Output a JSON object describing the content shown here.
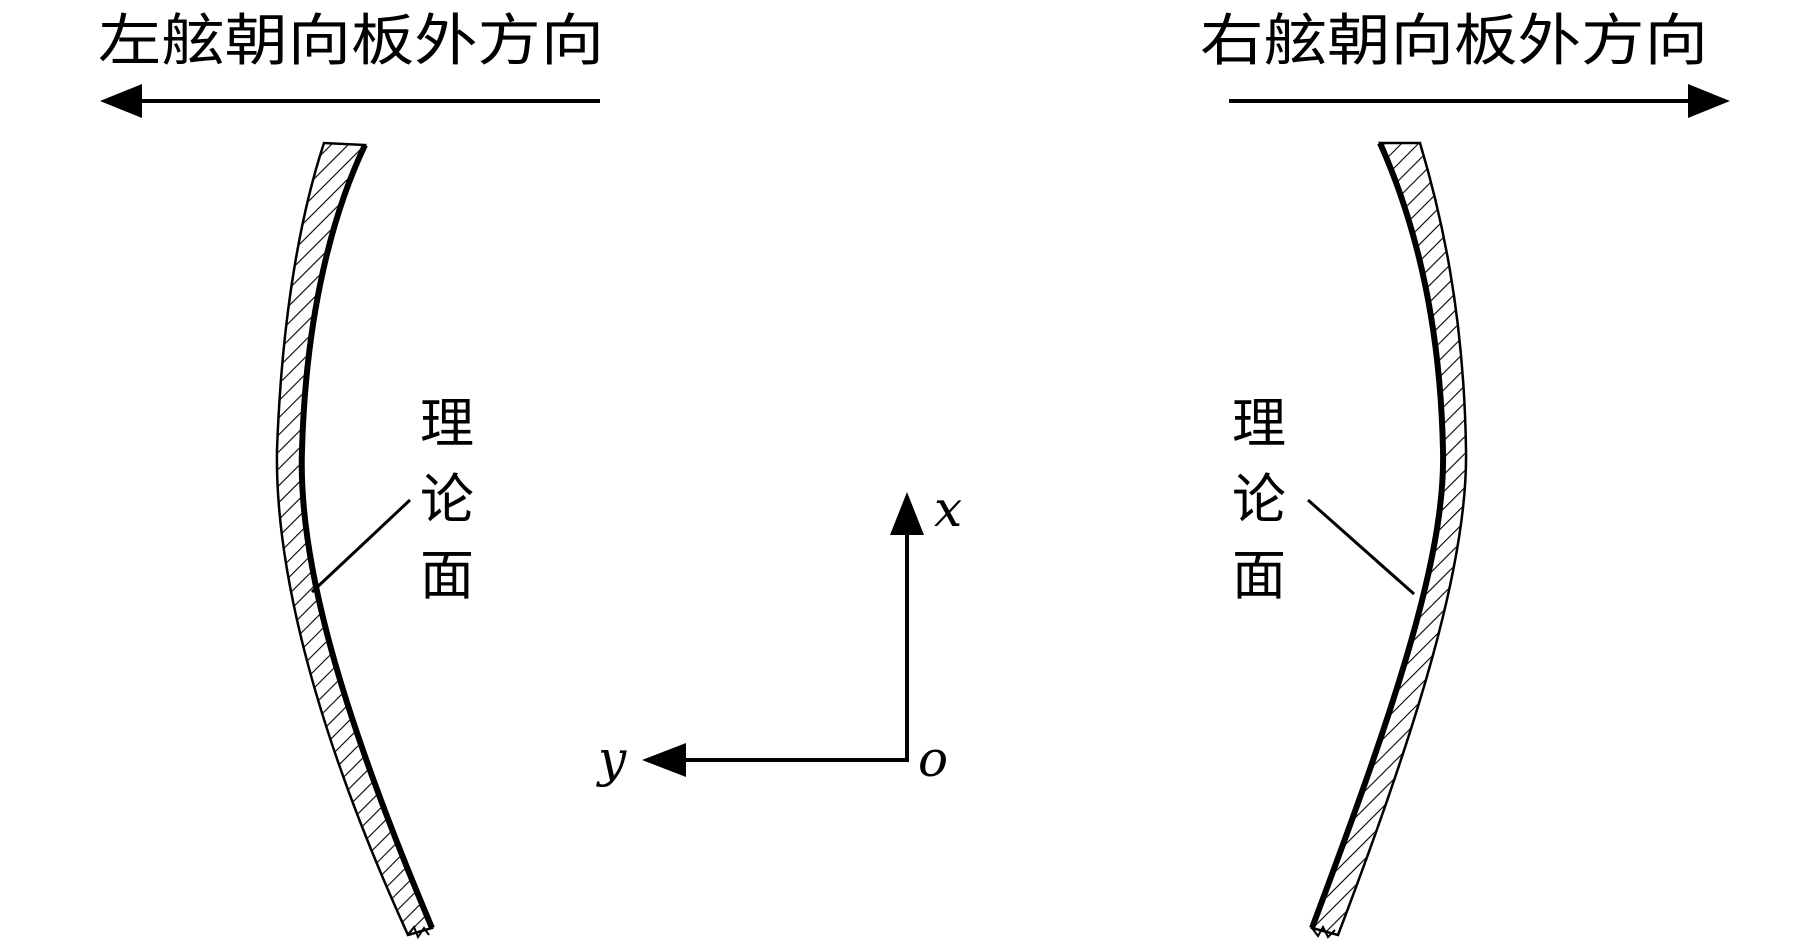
{
  "labels": {
    "left_direction": "左舷朝向板外方向",
    "right_direction": "右舷朝向板外方向",
    "theory_surface_left": [
      "理",
      "论",
      "面"
    ],
    "theory_surface_right": [
      "理",
      "论",
      "面"
    ]
  },
  "axes": {
    "x_label": "x",
    "y_label": "y",
    "origin_label": "o"
  },
  "colors": {
    "ink": "#000000",
    "background": "#ffffff"
  }
}
